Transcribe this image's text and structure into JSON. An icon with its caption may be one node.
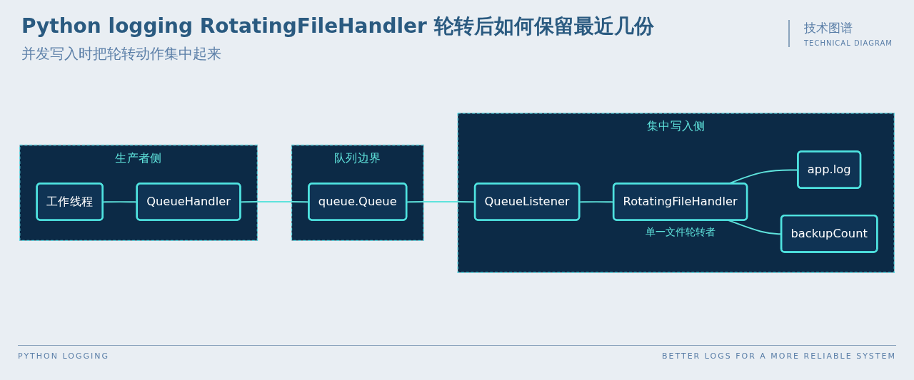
{
  "diagram": {
    "title": "Python logging RotatingFileHandler 轮转后如何保留最近几份",
    "caption": "并发写入时把轮转动作集中起来",
    "nodes": [
      {
        "text": [
          "生产者侧"
        ]
      },
      {
        "text": [
          "工作线程"
        ],
        "in": 0
      },
      {
        "text": [
          "QueueHandler"
        ],
        "in": 0
      },
      {
        "text": [
          "队列边界"
        ]
      },
      {
        "text": [
          "queue.Queue"
        ],
        "in": 3
      },
      {
        "text": [
          "集中写入侧"
        ]
      },
      {
        "text": [
          "QueueListener"
        ],
        "in": 5
      },
      {
        "text": [
          "RotatingFileHandler"
        ],
        "in": 5,
        "beside": [
          "单一文件轮转者"
        ]
      },
      {
        "text": [
          "app.log"
        ],
        "in": 5
      },
      {
        "text": [
          "backupCount"
        ],
        "in": 5
      }
    ],
    "edges": [
      {
        "from": 1,
        "to": 2,
        "arrow": "none"
      },
      {
        "from": 2,
        "to": 4,
        "arrow": "none"
      },
      {
        "from": 4,
        "to": 6,
        "arrow": "none"
      },
      {
        "from": 6,
        "to": 7,
        "arrow": "none"
      },
      {
        "from": 7,
        "to": 8,
        "arrow": "none"
      },
      {
        "from": 7,
        "to": 9,
        "arrow": "none"
      }
    ],
    "labels": [
      "技术图谱",
      "TECHNICAL DIAGRAM",
      "PYTHON LOGGING",
      "BETTER LOGS FOR A MORE RELIABLE SYSTEM"
    ]
  }
}
